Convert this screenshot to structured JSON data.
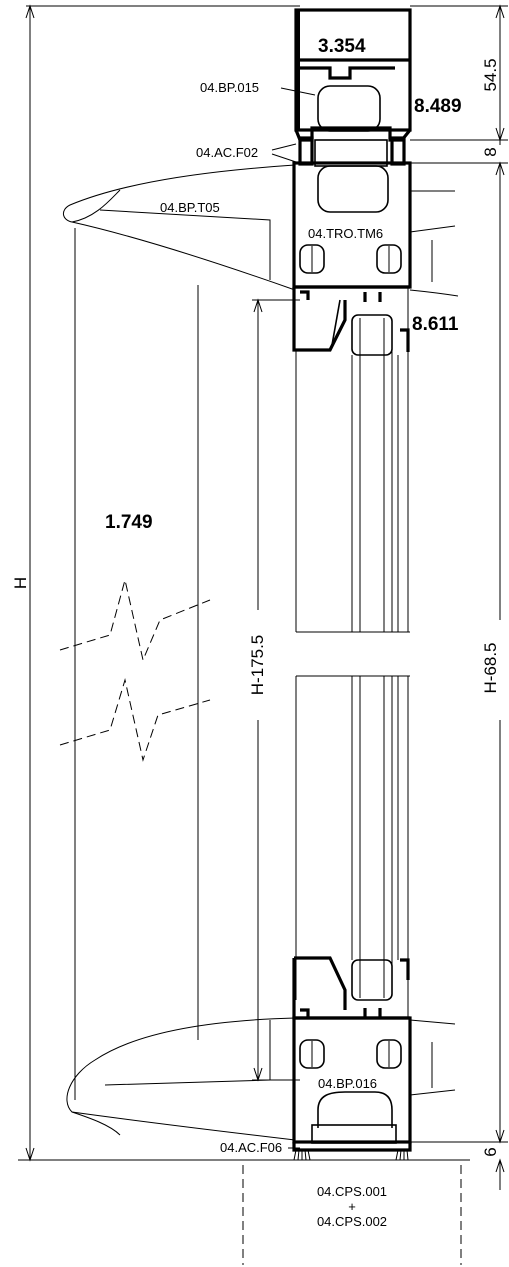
{
  "codes": {
    "bp015": "04.BP.015",
    "acf02": "04.AC.F02",
    "bpt05": "04.BP.T05",
    "tro": "04.TRO.TM6",
    "bp016": "04.BP.016",
    "acf06": "04.AC.F06",
    "cps001": "04.CPS.001",
    "plus": "+",
    "cps002": "04.CPS.002"
  },
  "profiles": {
    "top": "3.354",
    "head": "8.489",
    "sash": "8.611",
    "slat": "1.749"
  },
  "dimensions": {
    "height": "H",
    "top_offset": "54.5",
    "gap": "8",
    "inner": "H-175.5",
    "frame": "H-68.5",
    "bottom": "6"
  }
}
